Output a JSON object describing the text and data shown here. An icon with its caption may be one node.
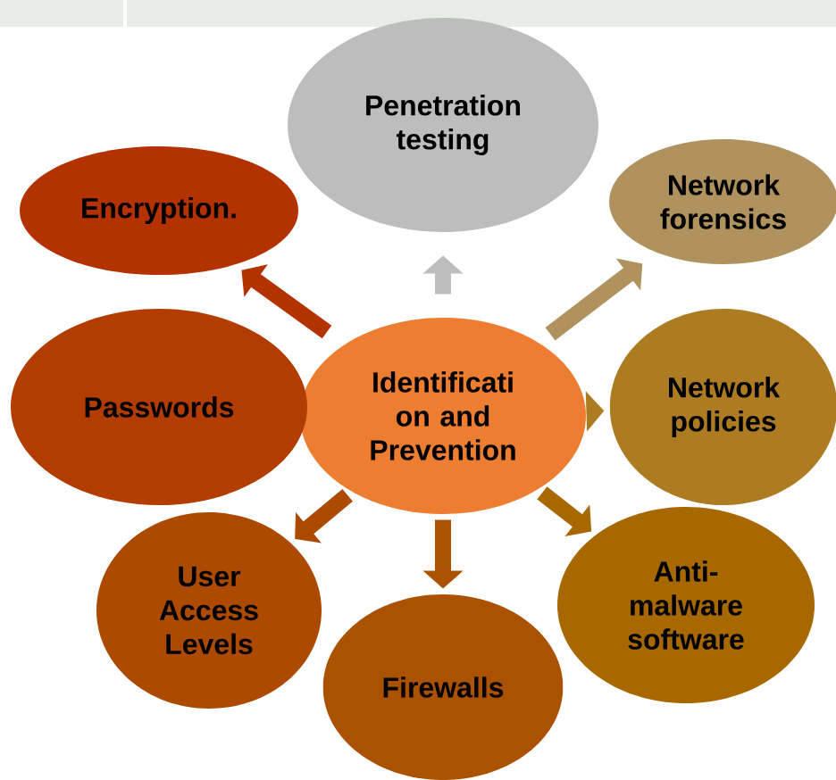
{
  "diagram": {
    "nodes": [
      {
        "text": [
          "Identificati on and Prevention"
        ]
      },
      {
        "text": [
          "Penetration testing"
        ]
      },
      {
        "text": [
          "Network forensics"
        ]
      },
      {
        "text": [
          "Encryption."
        ]
      },
      {
        "text": [
          "Passwords"
        ]
      },
      {
        "text": [
          "Network policies"
        ]
      },
      {
        "text": [
          "Anti-malware software"
        ]
      },
      {
        "text": [
          "User Access Levels"
        ]
      },
      {
        "text": [
          "Firewalls"
        ]
      }
    ],
    "edges": [
      {
        "from": 0,
        "to": 1,
        "arrow": "to",
        "color": "#bdbdbd"
      },
      {
        "from": 0,
        "to": 2,
        "arrow": "to",
        "color": "#b0925e"
      },
      {
        "from": 0,
        "to": 3,
        "arrow": "to",
        "color": "#b33200"
      },
      {
        "from": 0,
        "to": 5,
        "arrow": "to",
        "color": "#ad7c22"
      },
      {
        "from": 0,
        "to": 6,
        "arrow": "to",
        "color": "#a86800"
      },
      {
        "from": 0,
        "to": 7,
        "arrow": "to",
        "color": "#ab4a00"
      },
      {
        "from": 0,
        "to": 8,
        "arrow": "to",
        "color": "#ab5200"
      }
    ]
  }
}
